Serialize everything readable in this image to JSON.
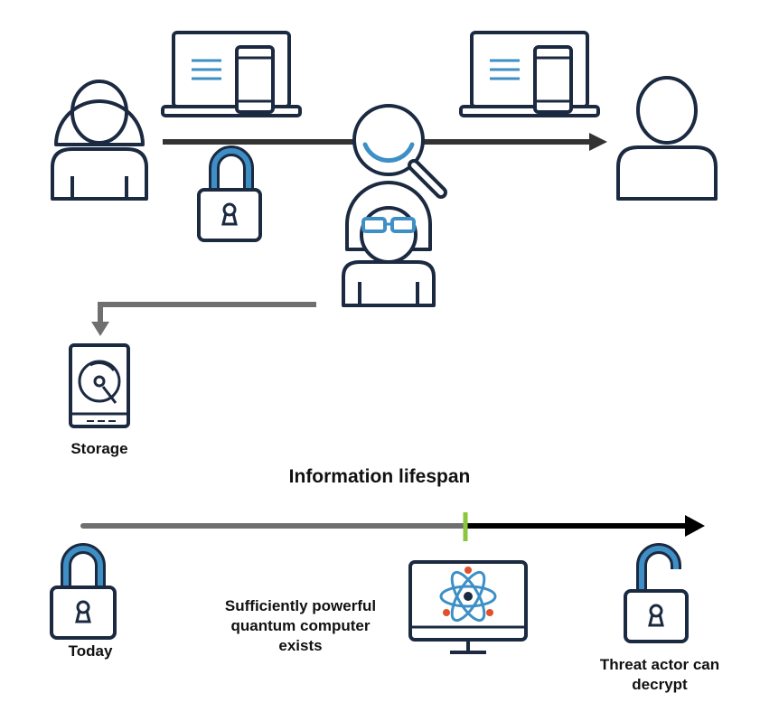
{
  "labels": {
    "storage": "Storage",
    "title": "Information lifespan",
    "today": "Today",
    "quantum": "Sufficiently powerful quantum computer exists",
    "decrypt": "Threat actor can decrypt"
  },
  "colors": {
    "outline": "#1b2a41",
    "accent": "#3d8fc6",
    "gray": "#6f6f6f",
    "black": "#000000",
    "marker_green": "#8cc63f",
    "electron_orange": "#e0502a"
  },
  "icons": [
    "person-icon",
    "laptop-phone-icon",
    "magnifier-icon",
    "eavesdropper-icon",
    "lock-closed-icon",
    "hard-drive-icon",
    "quantum-monitor-icon",
    "lock-open-icon"
  ]
}
